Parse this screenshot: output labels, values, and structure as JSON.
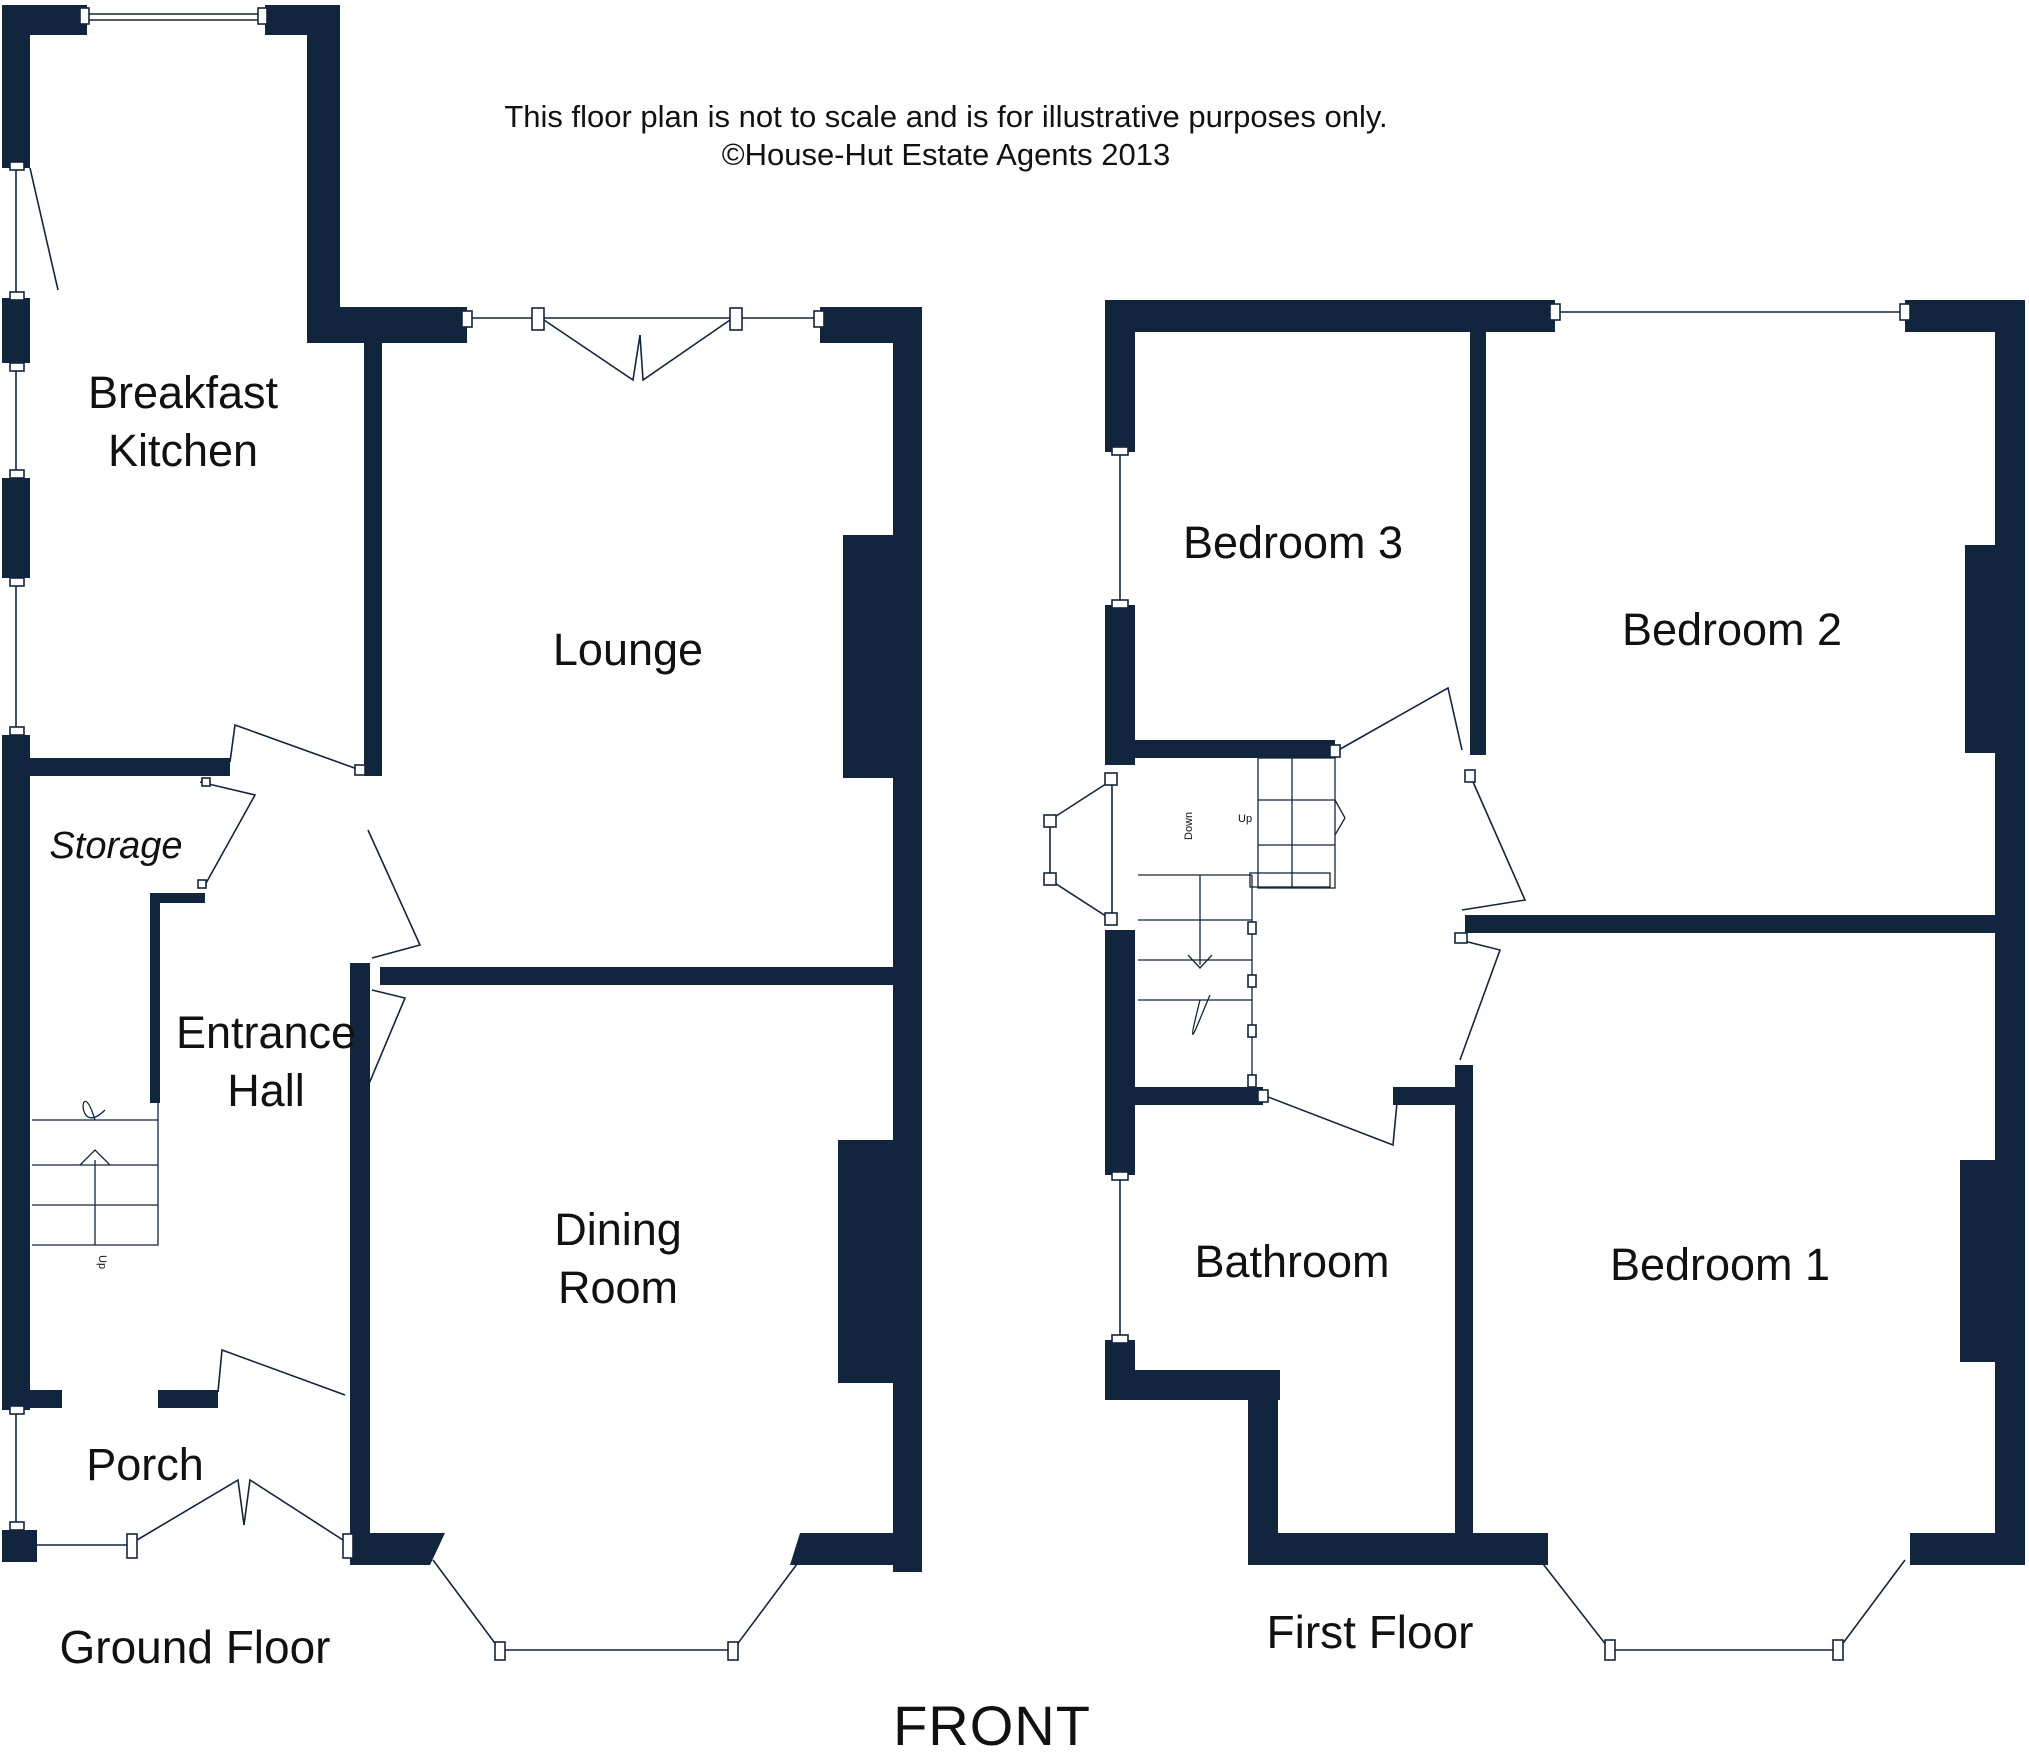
{
  "disclaimer": {
    "line1": "This floor plan is not to scale and is for illustrative purposes only.",
    "line2": "©House-Hut Estate Agents 2013"
  },
  "ground_floor": {
    "label": "Ground Floor",
    "rooms": {
      "breakfast_kitchen": [
        "Breakfast",
        "Kitchen"
      ],
      "lounge": "Lounge",
      "storage": "Storage",
      "entrance_hall": [
        "Entrance",
        "Hall"
      ],
      "dining_room": [
        "Dining",
        "Room"
      ],
      "porch": "Porch"
    },
    "stairs_label": "Up"
  },
  "first_floor": {
    "label": "First Floor",
    "rooms": {
      "bedroom_3": "Bedroom 3",
      "bedroom_2": "Bedroom 2",
      "bathroom": "Bathroom",
      "bedroom_1": "Bedroom 1"
    },
    "stairs_up": "Up",
    "stairs_down": "Down"
  },
  "front_label": "FRONT",
  "colors": {
    "wall": "#12253f",
    "background": "#ffffff",
    "text": "#111111"
  }
}
